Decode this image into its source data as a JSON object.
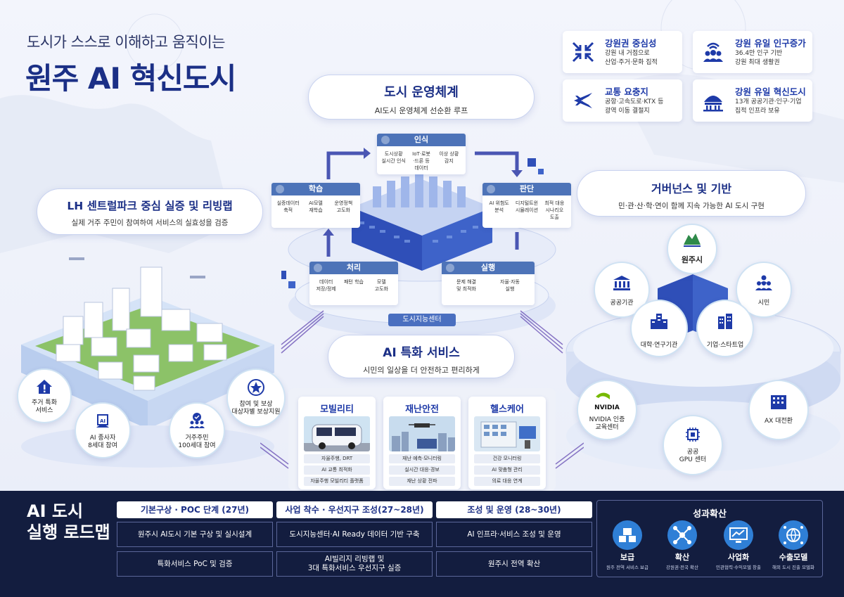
{
  "header": {
    "subtitle": "도시가 스스로 이해하고 움직이는",
    "title": "원주 AI 혁신도시"
  },
  "info_cards": [
    {
      "icon": "arrows-center-icon",
      "title": "강원권 중심성",
      "line1": "강원 내 거점으로",
      "line2": "산업·주거·문화 집적"
    },
    {
      "icon": "people-wifi-icon",
      "title": "강원 유일 인구증가",
      "line1": "36.4만 인구 기반",
      "line2": "강원 최대 생활권"
    },
    {
      "icon": "airplane-icon",
      "title": "교통 요충지",
      "line1": "공항·고속도로·KTX 등",
      "line2": "광역 이동 결절지"
    },
    {
      "icon": "building-dome-icon",
      "title": "강원 유일 혁신도시",
      "line1": "13개 공공기관·인구·기업",
      "line2": "집적 인프라 보유"
    }
  ],
  "operation": {
    "title": "도시 운영체계",
    "subtitle": "AI도시 운영체계 선순환 루프",
    "center_label": "도시지능센터"
  },
  "process": {
    "recognize": {
      "label": "인식",
      "items": [
        "도시상황\n실시간 인식",
        "IoT·로봇\n·드론 등\n데이터",
        "이상 상황\n감지"
      ]
    },
    "learn": {
      "label": "학습",
      "items": [
        "실증데이터\n축적",
        "AI모델\n재학습",
        "운영정책\n고도화"
      ]
    },
    "judge": {
      "label": "판단",
      "items": [
        "AI 위험도\n분석",
        "디지털트윈\n시뮬레이션",
        "최적 대응\n시나리오\n도출"
      ]
    },
    "process": {
      "label": "처리",
      "items": [
        "데이터\n저장/정제",
        "패턴 학습",
        "모델\n고도화"
      ]
    },
    "execute": {
      "label": "실행",
      "items": [
        "문제 해결\n및 최적화",
        "자율·자동\n실행"
      ]
    }
  },
  "lh": {
    "title": "LH 센트럴파크 중심 실증 및 리빙랩",
    "subtitle": "실제 거주 주민이 참여하여 서비스의 실효성을 검증",
    "circles": [
      {
        "icon": "home-alert-icon",
        "label": "주거 특화\n서비스"
      },
      {
        "icon": "ai-chip-icon",
        "label": "AI 종사자\n8세대 참여"
      },
      {
        "icon": "residents-check-icon",
        "label": "거주주민\n100세대 참여"
      },
      {
        "icon": "reward-badge-icon",
        "label": "참여 및 보상\n대상자별 보상지원"
      }
    ]
  },
  "governance": {
    "title": "거버넌스 및 기반",
    "subtitle": "민·관·산·학·연이 함께 지속 가능한 AI 도시 구현",
    "circles": [
      {
        "icon": "wonju-logo-icon",
        "label": "원주시"
      },
      {
        "icon": "public-building-icon",
        "label": "공공기관"
      },
      {
        "icon": "citizens-icon",
        "label": "시민"
      },
      {
        "icon": "university-icon",
        "label": "대학·연구기관"
      },
      {
        "icon": "company-icon",
        "label": "기업·스타트업"
      },
      {
        "icon": "nvidia-logo-icon",
        "label": "NVIDIA 인증\n교육센터",
        "logo_text": "NVIDIA"
      },
      {
        "icon": "gpu-chip-icon",
        "label": "공공\nGPU 센터"
      },
      {
        "icon": "ax-building-icon",
        "label": "AX 대전환"
      }
    ]
  },
  "ai_services": {
    "title": "AI 특화 서비스",
    "subtitle": "시민의 일상을 더 안전하고 편리하게",
    "cards": [
      {
        "title": "모빌리티",
        "items": [
          "자율주행, DRT",
          "AI 교통 최적화",
          "자율주행 모빌리티 플랫폼"
        ]
      },
      {
        "title": "재난안전",
        "items": [
          "재난 예측·모니터링",
          "실시간 대응·경보",
          "재난 상황 전파"
        ]
      },
      {
        "title": "헬스케어",
        "items": [
          "건강 모니터링",
          "AI 맞춤형 관리",
          "의료 대응 연계"
        ]
      }
    ]
  },
  "roadmap": {
    "title_line1": "AI 도시",
    "title_line2": "실행 로드맵",
    "phases": [
      {
        "label": "기본구상 · POC 단계 (27년)",
        "row1": "원주시 AI도시 기본 구상 및 실시설계",
        "row2": "특화서비스 PoC 및 검증"
      },
      {
        "label": "사업 착수 · 우선지구 조성(27~28년)",
        "row1": "도시지능센터·AI Ready 데이터 기반 구축",
        "row2": "AI빌리지 리빙랩 및\n3대 특화서비스 우선지구 실증"
      },
      {
        "label": "조성 및 운영 (28~30년)",
        "row1": "AI 인프라·서비스 조성 및 운영",
        "row2": "원주시 전역 확산"
      }
    ],
    "expansion": {
      "title": "성과확산",
      "items": [
        {
          "icon": "spread-icon",
          "label": "보급",
          "desc": "원주 전역 서비스 보급"
        },
        {
          "icon": "network-icon",
          "label": "확산",
          "desc": "강원권·전국 확산"
        },
        {
          "icon": "chart-monitor-icon",
          "label": "사업화",
          "desc": "민관협력·수익모델 창출"
        },
        {
          "icon": "globe-network-icon",
          "label": "수출모델",
          "desc": "해외 도시 진출 모델화"
        }
      ]
    }
  },
  "colors": {
    "navy": "#1b2f86",
    "accent_blue": "#1e3aa8",
    "bar_blue": "#4d73b8",
    "roadmap_bg": "#131d3f",
    "expansion_blue": "#2f7fd6"
  }
}
